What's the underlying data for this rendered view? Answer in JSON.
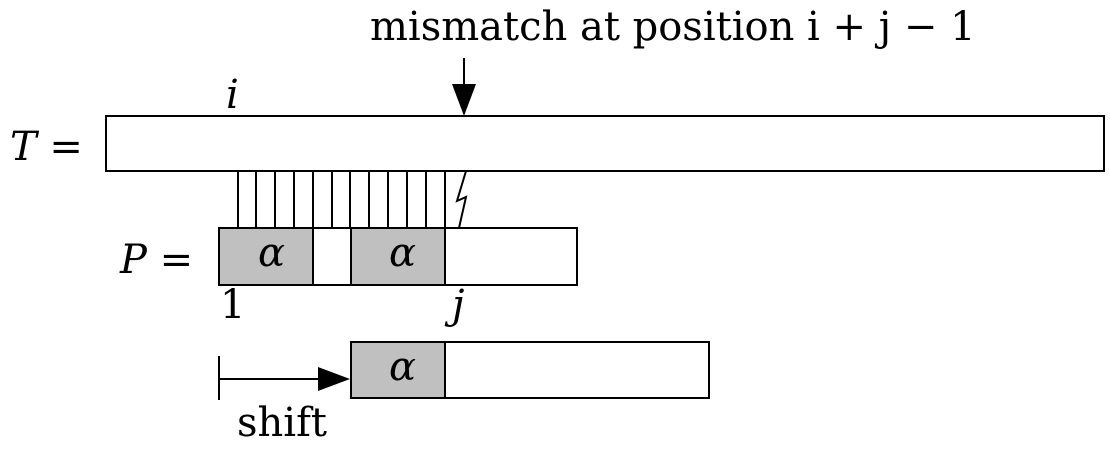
{
  "diagram": {
    "annotation": "mismatch at position i + j − 1",
    "text_label": "T =",
    "pattern_label": "P =",
    "i_label": "i",
    "one_label": "1",
    "j_label": "j",
    "alpha_label": "α",
    "shift_label": "shift",
    "colors": {
      "stroke": "#000000",
      "fill_gray": "#c0c0c0",
      "fill_white": "#ffffff"
    }
  }
}
